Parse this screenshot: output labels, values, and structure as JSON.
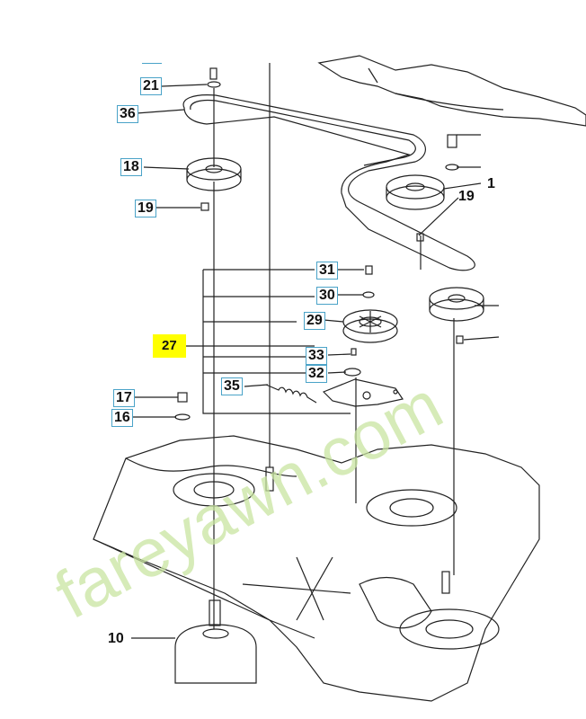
{
  "callouts": {
    "c21": "21",
    "c36": "36",
    "c18": "18",
    "c19": "19",
    "c31": "31",
    "c30": "30",
    "c29": "29",
    "c27": "27",
    "c33": "33",
    "c32": "32",
    "c35": "35",
    "c17": "17",
    "c16": "16",
    "c19b": "19",
    "c1": "1",
    "c10": "10"
  },
  "watermark": {
    "text": "fareyawn.com",
    "color": "#c8e4a0"
  },
  "colors": {
    "line": "#222222",
    "label_border": "#4aa3c8",
    "highlight": "#ffff00"
  }
}
